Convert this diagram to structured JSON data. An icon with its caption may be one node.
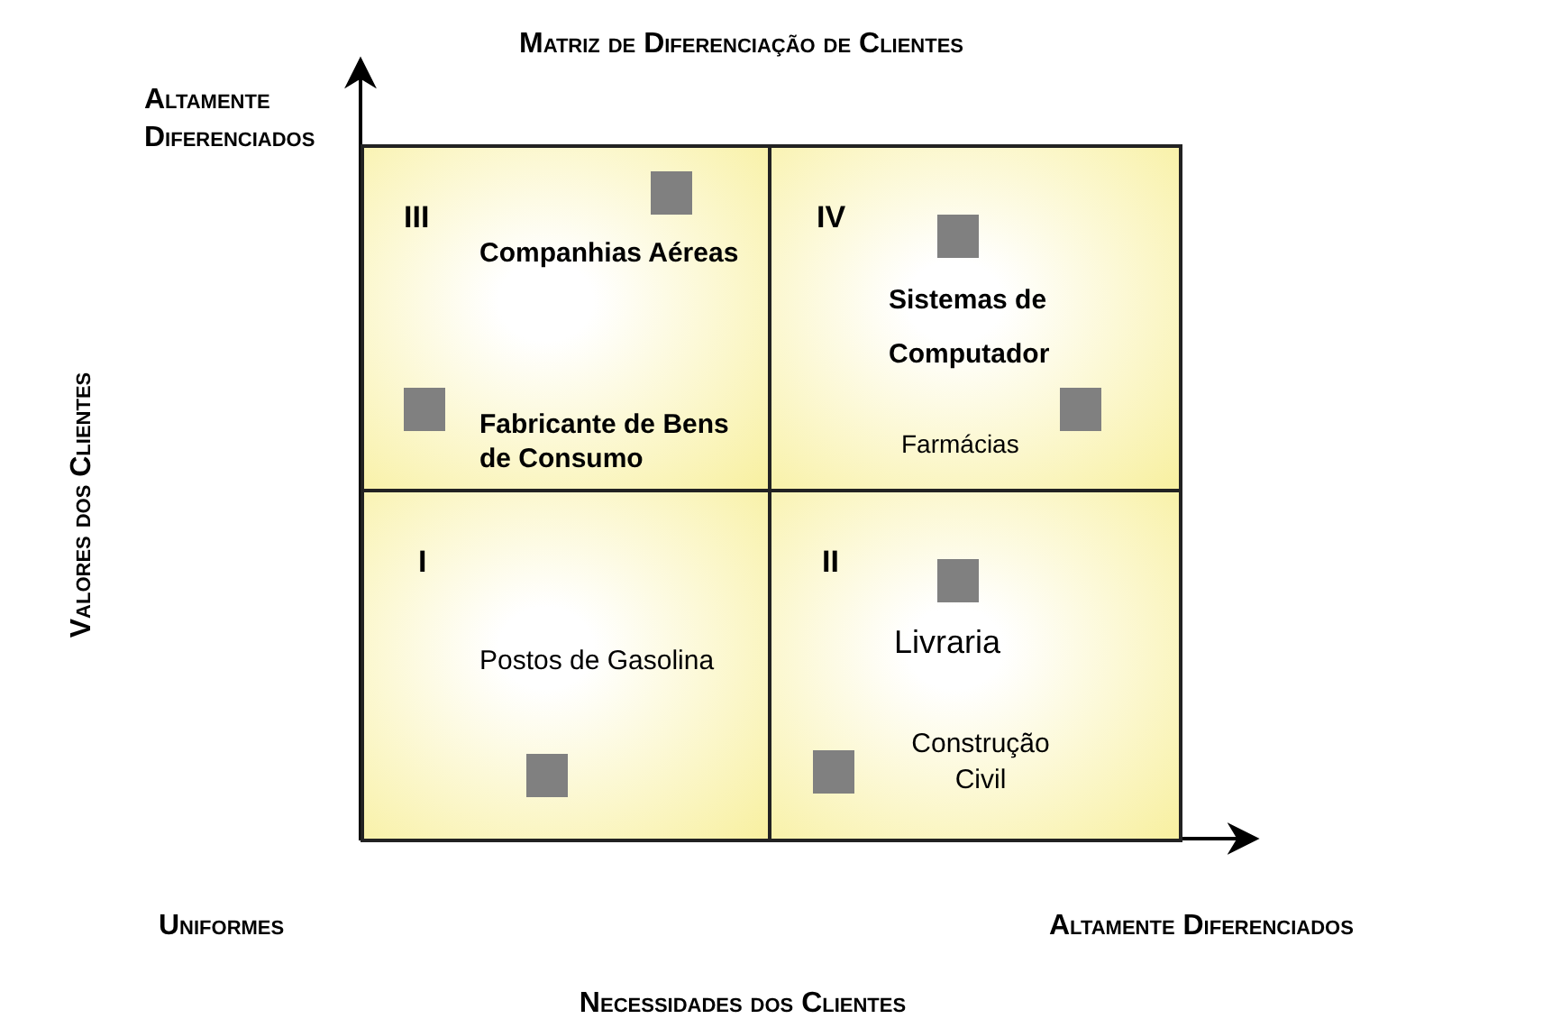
{
  "diagram": {
    "title": "Matriz de Diferenciação de Clientes",
    "nodes": [
      {
        "text": [
          "III",
          "Companhias Aéreas",
          "Fabricante de Bens de Consumo"
        ]
      },
      {
        "text": [
          "IV",
          "Sistemas de Computador",
          "Farmácias"
        ]
      },
      {
        "text": [
          "I",
          "Postos de Gasolina"
        ]
      },
      {
        "text": [
          "II",
          "Livraria",
          "Construção Civil"
        ]
      }
    ],
    "edges": [],
    "labels": [
      "Altamente Diferenciados",
      "Valores dos Clientes",
      "Uniformes",
      "Altamente Diferenciados",
      "Necessidades dos Clientes"
    ]
  }
}
